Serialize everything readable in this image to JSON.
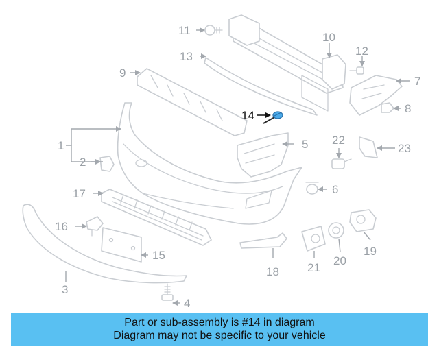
{
  "callouts": {
    "c1": "1",
    "c2": "2",
    "c3": "3",
    "c4": "4",
    "c5": "5",
    "c6": "6",
    "c7": "7",
    "c8": "8",
    "c9": "9",
    "c10": "10",
    "c11": "11",
    "c12": "12",
    "c13": "13",
    "c14": "14",
    "c15": "15",
    "c16": "16",
    "c17": "17",
    "c18": "18",
    "c19": "19",
    "c20": "20",
    "c21": "21",
    "c22": "22",
    "c23": "23"
  },
  "highlighted_part": "14",
  "banner": {
    "line1": "Part or sub-assembly is #14 in diagram",
    "line2": "Diagram may not be specific to your vehicle"
  },
  "colors": {
    "banner_background": "#59c0f2",
    "highlighted_part": "#4aa9e8",
    "part_outline": "#c9cdd2",
    "callout_text": "#9aa0a6"
  }
}
